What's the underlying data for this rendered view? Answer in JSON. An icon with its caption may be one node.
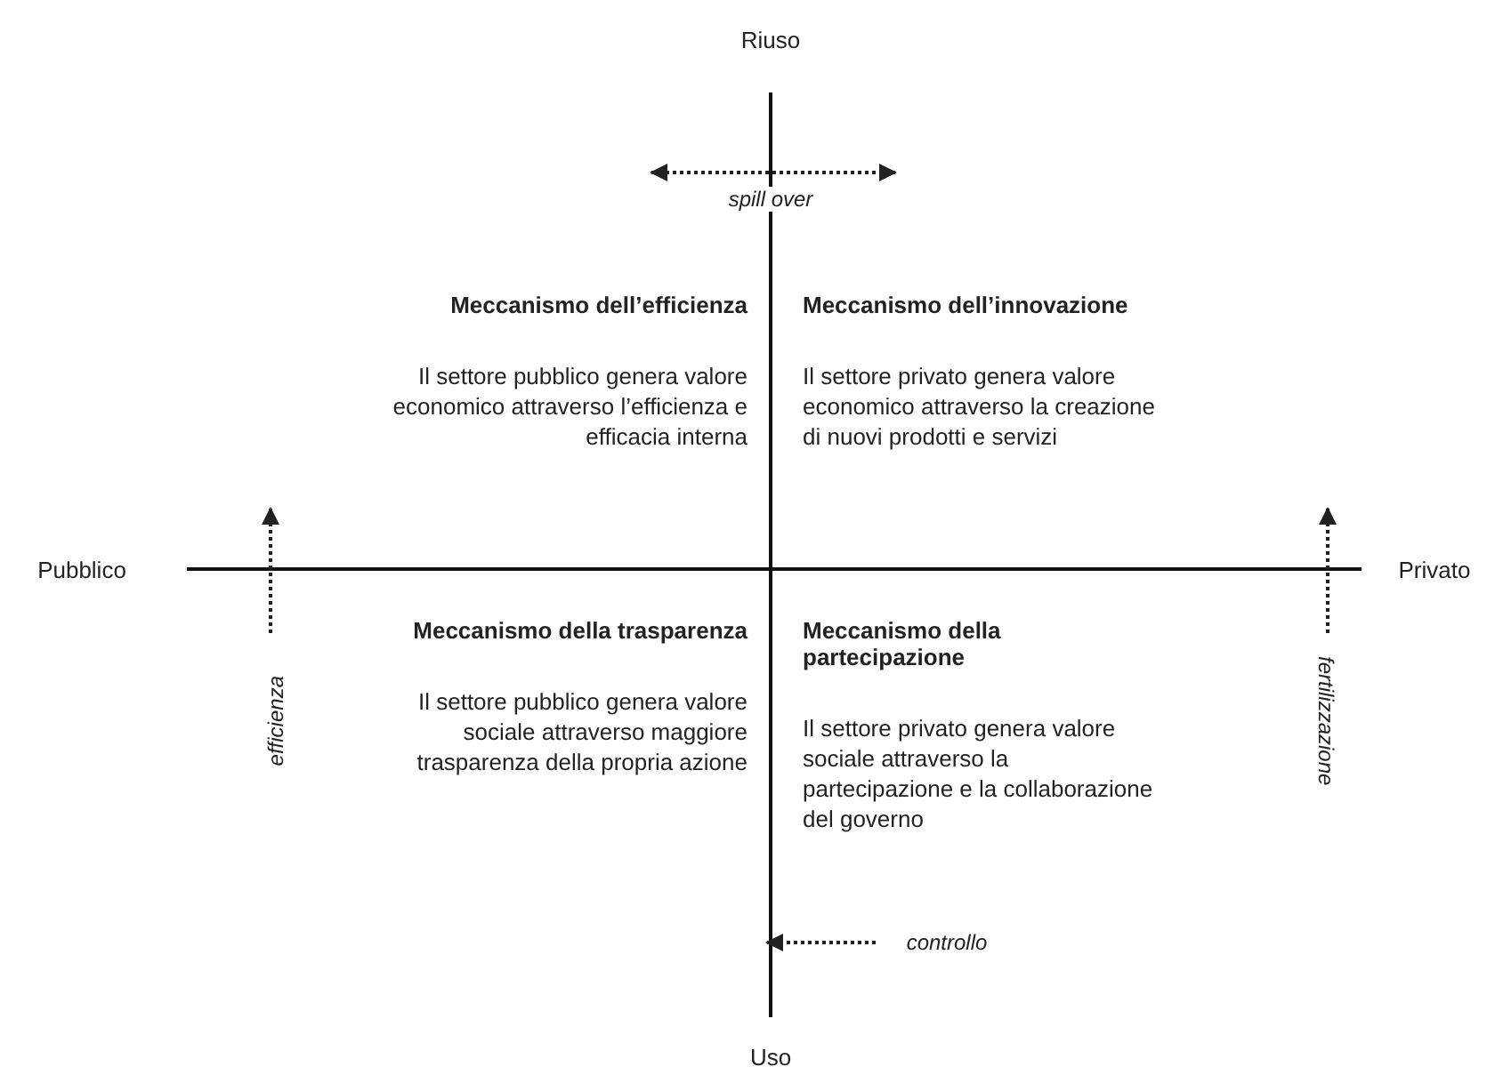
{
  "diagram": {
    "nodes": [
      {
        "text": [
          "Meccanismo dell’efficienza",
          "Il settore pubblico genera valore economico attraverso l’efficienza e efficacia interna"
        ]
      },
      {
        "text": [
          "Meccanismo dell’innovazione",
          "Il settore privato genera valore economico attraverso la creazione di nuovi prodotti e servizi"
        ]
      },
      {
        "text": [
          "Meccanismo della trasparenza",
          "Il settore pubblico genera valore sociale attraverso maggiore trasparenza della propria azione"
        ]
      },
      {
        "text": [
          "Meccanismo della partecipazione",
          "Il settore privato genera valore sociale attraverso la partecipazione e la collaborazione del governo"
        ]
      }
    ],
    "edges": [],
    "labels": [
      "Riuso",
      "spill over",
      "Pubblico",
      "Privato",
      "efficienza",
      "fertilizzazione",
      "controllo",
      "Uso"
    ]
  }
}
